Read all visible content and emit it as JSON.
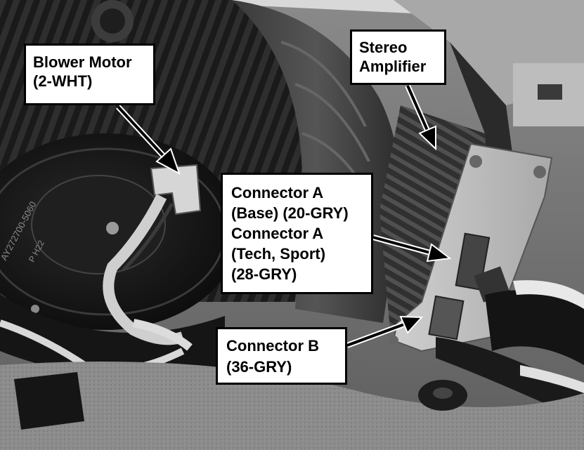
{
  "labels": {
    "blower_motor": {
      "line1": "Blower Motor",
      "line2": "(2-WHT)"
    },
    "stereo_amplifier": {
      "line1": "Stereo",
      "line2": "Amplifier"
    },
    "connector_a": {
      "line1": "Connector A",
      "line2": "(Base) (20-GRY)",
      "line3": "Connector A",
      "line4": "(Tech, Sport)",
      "line5": "(28-GRY)"
    },
    "connector_b": {
      "line1": "Connector B",
      "line2": "(36-GRY)"
    }
  },
  "photo_text": {
    "motor_part_number": "AY272700-5060",
    "motor_marking": "P H22"
  },
  "colors": {
    "callout_background": "#ffffff",
    "callout_border": "#000000",
    "arrow": "#000000"
  }
}
